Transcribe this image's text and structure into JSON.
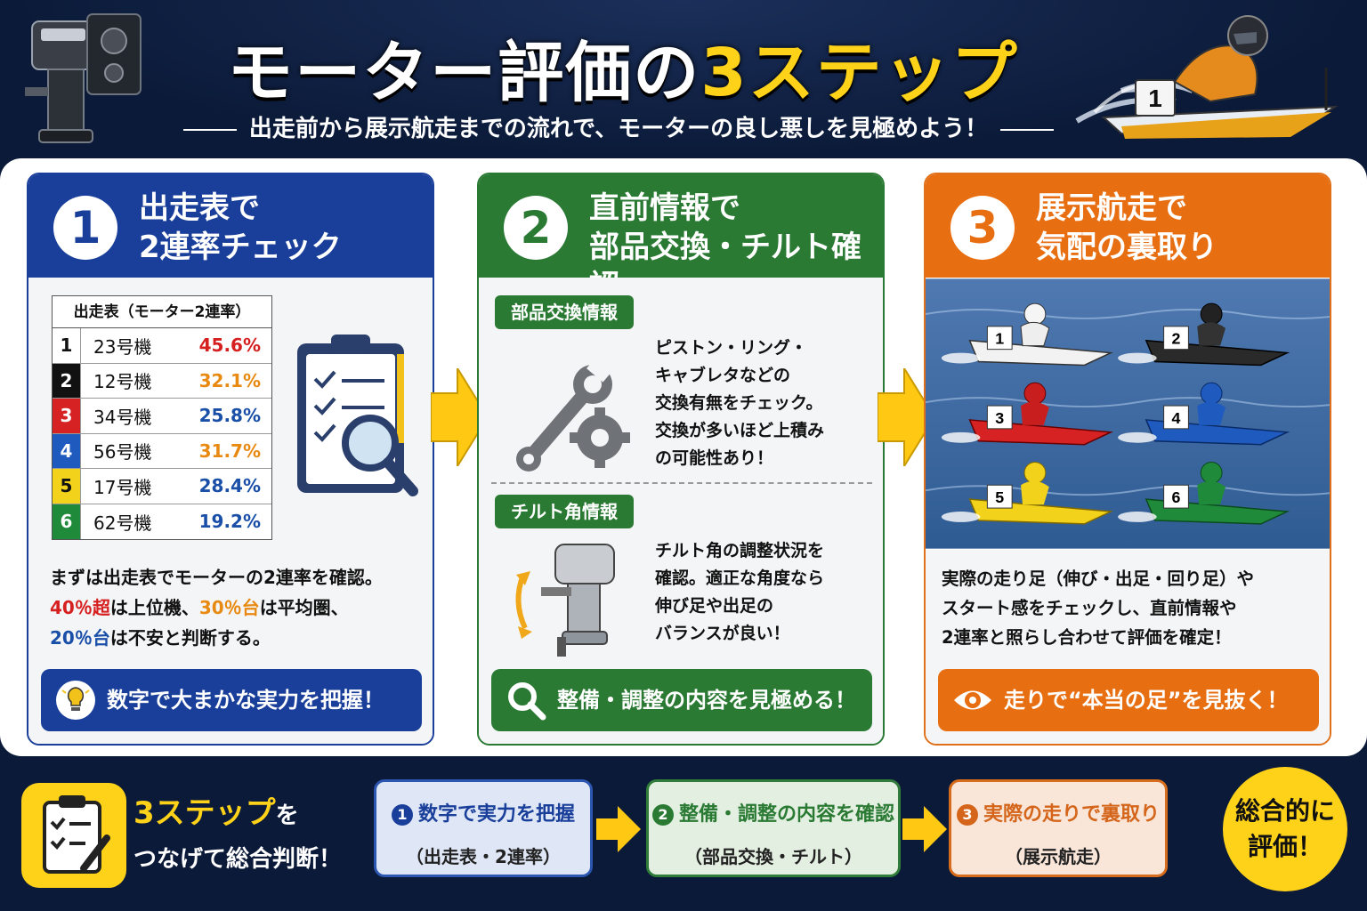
{
  "header": {
    "title_main": "モーター評価の",
    "title_accent": "3ステップ",
    "subtitle": "出走前から展示航走までの流れで、モーターの良し悪しを見極めよう！"
  },
  "boat_number": "1",
  "steps": [
    {
      "num": "1",
      "title_line1": "出走表で",
      "title_line2": "2連率チェック",
      "table_title": "出走表（モーター2連率）",
      "rows": [
        {
          "lane": "1",
          "machine": "23号機",
          "rate": "45.6%"
        },
        {
          "lane": "2",
          "machine": "12号機",
          "rate": "32.1%"
        },
        {
          "lane": "3",
          "machine": "34号機",
          "rate": "25.8%"
        },
        {
          "lane": "4",
          "machine": "56号機",
          "rate": "31.7%"
        },
        {
          "lane": "5",
          "machine": "17号機",
          "rate": "28.4%"
        },
        {
          "lane": "6",
          "machine": "62号機",
          "rate": "19.2%"
        }
      ],
      "desc_line1": "まずは出走表でモーターの2連率を確認。",
      "desc_hl1": "40％超",
      "desc_mid1": "は上位機、",
      "desc_hl2": "30％台",
      "desc_mid2": "は平均圏、",
      "desc_hl3": "20％台",
      "desc_end": "は不安と判断する。",
      "pill": "数字で大まかな実力を把握！",
      "pill_icon": "lightbulb-icon"
    },
    {
      "num": "2",
      "title_line1": "直前情報で",
      "title_line2": "部品交換・チルト確認",
      "tag1": "部品交換情報",
      "desc1_lines": [
        "ピストン・リング・",
        "キャブレタなどの",
        "交換有無をチェック。",
        "交換が多いほど上積み",
        "の可能性あり！"
      ],
      "tag2": "チルト角情報",
      "desc2_lines": [
        "チルト角の調整状況を",
        "確認。適正な角度なら",
        "伸び足や出足の",
        "バランスが良い！"
      ],
      "pill": "整備・調整の内容を見極める！",
      "pill_icon": "magnifier-icon"
    },
    {
      "num": "3",
      "title_line1": "展示航走で",
      "title_line2": "気配の裏取り",
      "boats": [
        "1",
        "2",
        "3",
        "4",
        "5",
        "6"
      ],
      "desc_lines": [
        "実際の走り足（伸び・出足・回り足）や",
        "スタート感をチェックし、直前情報や",
        "2連率と照らし合わせて評価を確定！"
      ],
      "pill": "走りで“本当の足”を見抜く！",
      "pill_icon": "eye-icon"
    }
  ],
  "summary": {
    "lead_accent": "3ステップ",
    "lead_suffix": "を",
    "lead_line2": "つなげて総合判断！",
    "boxes": [
      {
        "num": "1",
        "line1": "数字で実力を把握",
        "line2": "（出走表・2連率）"
      },
      {
        "num": "2",
        "line1": "整備・調整の内容を確認",
        "line2": "（部品交換・チルト）"
      },
      {
        "num": "3",
        "line1": "実際の走りで裏取り",
        "line2": "（展示航走）"
      }
    ],
    "final_line1": "総合的に",
    "final_line2": "評価！"
  },
  "colors": {
    "navy": "#0b1a38",
    "blue": "#1a3f9a",
    "green": "#2a7a34",
    "orange": "#e86e12",
    "yellow": "#ffd21a",
    "lane1": "#ffffff",
    "lane2": "#111111",
    "lane3": "#d62222",
    "lane4": "#1f5bbf",
    "lane5": "#f2d21a",
    "lane6": "#1f8a3a"
  }
}
